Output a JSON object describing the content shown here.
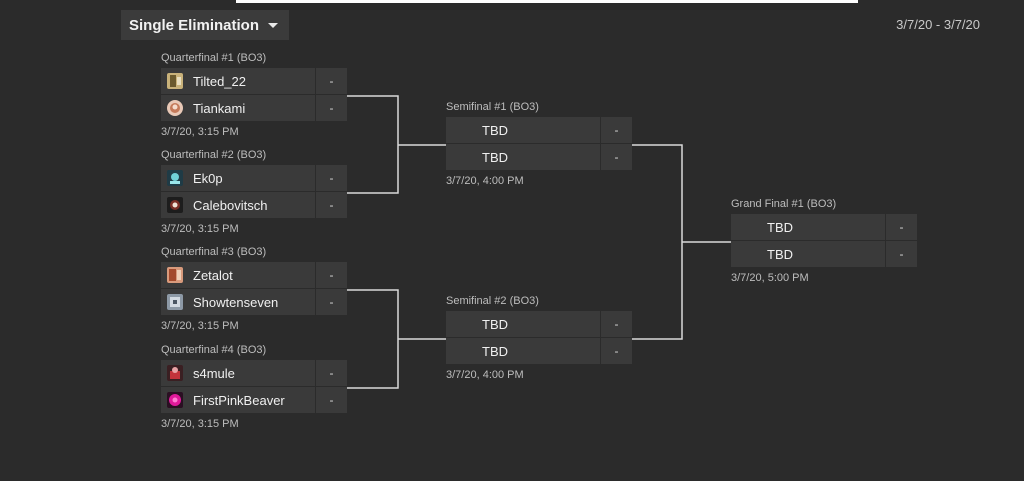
{
  "header": {
    "format_label": "Single Elimination",
    "date_range": "3/7/20 - 3/7/20"
  },
  "colors": {
    "background": "#2b2b2b",
    "row": "#3a3a3a",
    "connector": "#d9d9d9"
  },
  "matches": {
    "qf1": {
      "title": "Quarterfinal #1 (BO3)",
      "time": "3/7/20, 3:15 PM",
      "p1": {
        "name": "Tilted_22",
        "score": "-",
        "avatar": "tilted-avatar-icon"
      },
      "p2": {
        "name": "Tiankami",
        "score": "-",
        "avatar": "tiankami-avatar-icon"
      }
    },
    "qf2": {
      "title": "Quarterfinal #2 (BO3)",
      "time": "3/7/20, 3:15 PM",
      "p1": {
        "name": "Ek0p",
        "score": "-",
        "avatar": "ek0p-avatar-icon"
      },
      "p2": {
        "name": "Calebovitsch",
        "score": "-",
        "avatar": "calebovitsch-avatar-icon"
      }
    },
    "qf3": {
      "title": "Quarterfinal #3 (BO3)",
      "time": "3/7/20, 3:15 PM",
      "p1": {
        "name": "Zetalot",
        "score": "-",
        "avatar": "zetalot-avatar-icon"
      },
      "p2": {
        "name": "Showtenseven",
        "score": "-",
        "avatar": "showtenseven-avatar-icon"
      }
    },
    "qf4": {
      "title": "Quarterfinal #4 (BO3)",
      "time": "3/7/20, 3:15 PM",
      "p1": {
        "name": "s4mule",
        "score": "-",
        "avatar": "s4mule-avatar-icon"
      },
      "p2": {
        "name": "FirstPinkBeaver",
        "score": "-",
        "avatar": "firstpinkbeaver-avatar-icon"
      }
    },
    "sf1": {
      "title": "Semifinal #1 (BO3)",
      "time": "3/7/20, 4:00 PM",
      "p1": {
        "name": "TBD",
        "score": "-"
      },
      "p2": {
        "name": "TBD",
        "score": "-"
      }
    },
    "sf2": {
      "title": "Semifinal #2 (BO3)",
      "time": "3/7/20, 4:00 PM",
      "p1": {
        "name": "TBD",
        "score": "-"
      },
      "p2": {
        "name": "TBD",
        "score": "-"
      }
    },
    "gf1": {
      "title": "Grand Final #1 (BO3)",
      "time": "3/7/20, 5:00 PM",
      "p1": {
        "name": "TBD",
        "score": "-"
      },
      "p2": {
        "name": "TBD",
        "score": "-"
      }
    }
  }
}
